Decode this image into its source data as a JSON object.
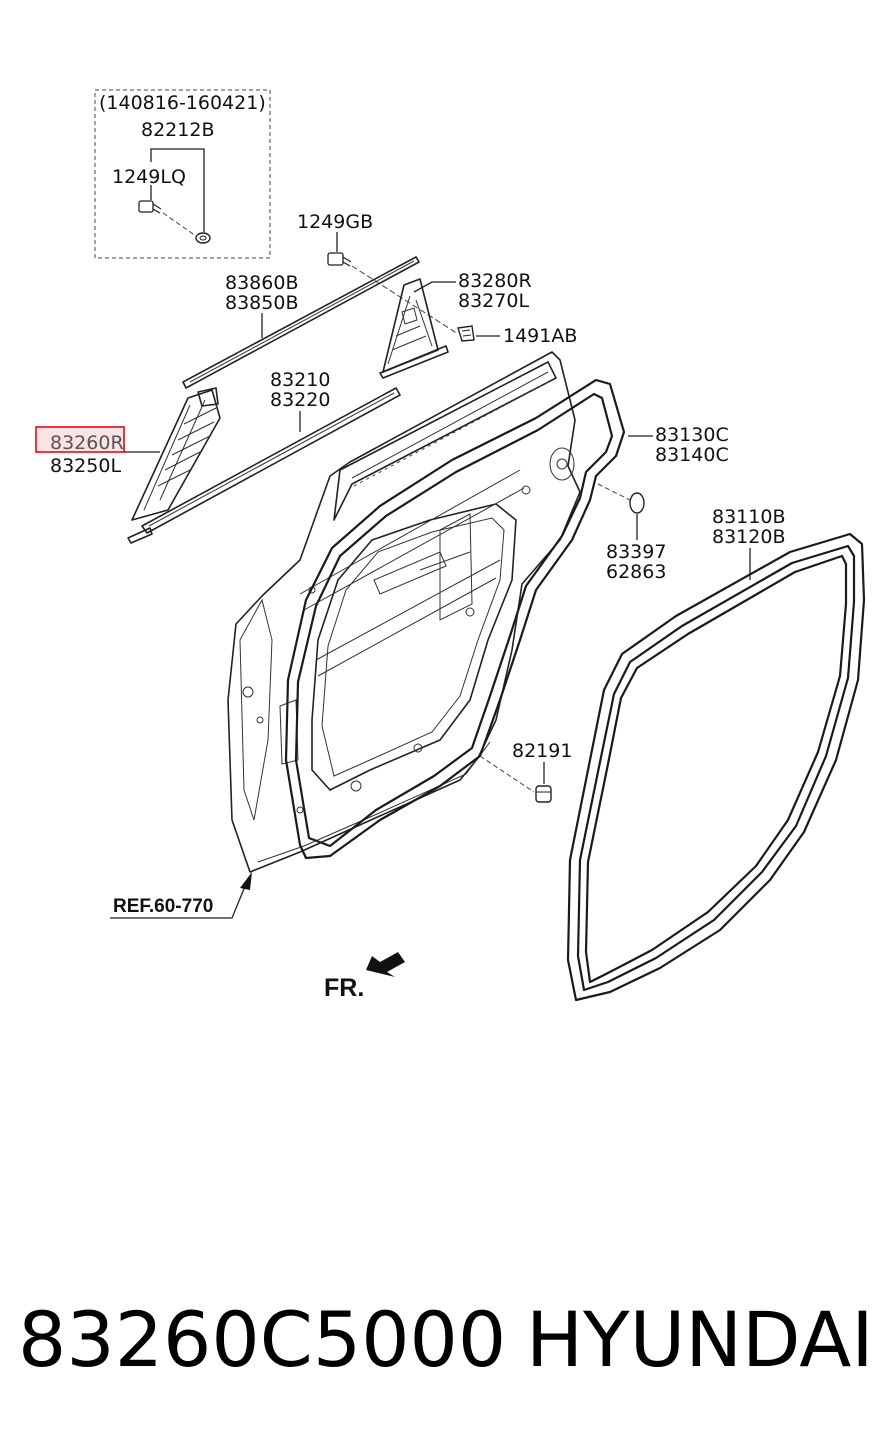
{
  "labels": {
    "date_range": "(140816-160421)",
    "p82212B": "82212B",
    "p1249LQ": "1249LQ",
    "p1249GB": "1249GB",
    "p83860B": "83860B",
    "p83850B": "83850B",
    "p83280R": "83280R",
    "p83270L": "83270L",
    "p1491AB": "1491AB",
    "p83210": "83210",
    "p83220": "83220",
    "p83260R": "83260R",
    "p83250L": "83250L",
    "p83130C": "83130C",
    "p83140C": "83140C",
    "p83110B": "83110B",
    "p83120B": "83120B",
    "p83397": "83397",
    "p62863": "62863",
    "p82191": "82191",
    "ref": "REF.60-770",
    "fr": "FR."
  },
  "highlight": {
    "part": "83260R",
    "color": "#e8232a"
  },
  "caption": {
    "part_number": "83260C5000",
    "brand": "HYUNDAI"
  }
}
